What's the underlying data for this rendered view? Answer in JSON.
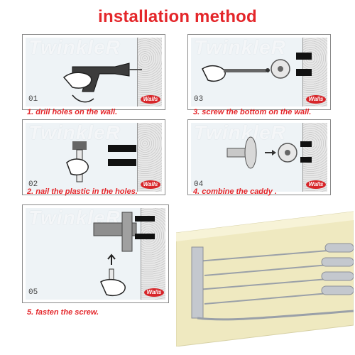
{
  "title": "installation method",
  "brand": "TwinkleR",
  "badge": "Walls",
  "steps": [
    {
      "num": "01",
      "caption": "1. drill holes on the wall."
    },
    {
      "num": "02",
      "caption": "2. nail the plastic in the holes."
    },
    {
      "num": "03",
      "caption": "3. screw the bottom on the wall."
    },
    {
      "num": "04",
      "caption": "4. combine the caddy ."
    },
    {
      "num": "05",
      "caption": "5. fasten the screw."
    }
  ],
  "colors": {
    "accent": "#e4262a",
    "metal": "#b8bcc2",
    "wall": "#efe9c0"
  }
}
